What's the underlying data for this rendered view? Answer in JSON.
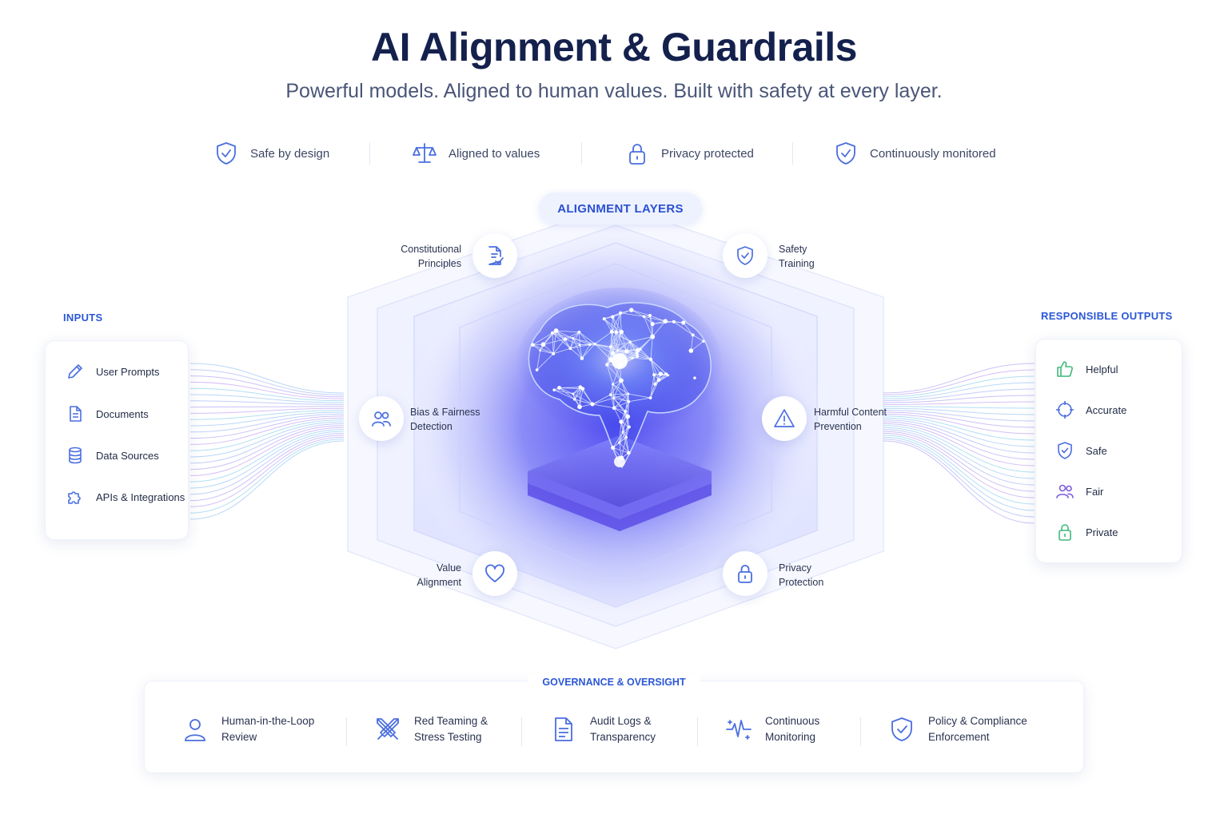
{
  "header": {
    "title": "AI Alignment & Guardrails",
    "subtitle": "Powerful models. Aligned to human values. Built with safety at every layer."
  },
  "features": [
    {
      "label": "Safe by design",
      "icon": "shield-check-icon"
    },
    {
      "label": "Aligned to values",
      "icon": "scale-icon"
    },
    {
      "label": "Privacy protected",
      "icon": "lock-icon"
    },
    {
      "label": "Continuously monitored",
      "icon": "shield-check-icon"
    }
  ],
  "inputs": {
    "label": "INPUTS",
    "items": [
      {
        "label": "User Prompts",
        "icon": "pencil-icon"
      },
      {
        "label": "Documents",
        "icon": "document-icon"
      },
      {
        "label": "Data Sources",
        "icon": "database-icon"
      },
      {
        "label": "APIs & Integrations",
        "icon": "puzzle-icon"
      }
    ]
  },
  "layers": {
    "label": "ALIGNMENT LAYERS",
    "nodes": [
      {
        "label1": "Constitutional",
        "label2": "Principles",
        "icon": "document-check-icon"
      },
      {
        "label1": "Safety",
        "label2": "Training",
        "icon": "shield-check-icon"
      },
      {
        "label1": "Bias & Fairness",
        "label2": "Detection",
        "icon": "users-icon"
      },
      {
        "label1": "Harmful Content",
        "label2": "Prevention",
        "icon": "warning-icon"
      },
      {
        "label1": "Value",
        "label2": "Alignment",
        "icon": "heart-icon"
      },
      {
        "label1": "Privacy",
        "label2": "Protection",
        "icon": "lock-icon"
      }
    ]
  },
  "outputs": {
    "label": "RESPONSIBLE OUTPUTS",
    "items": [
      {
        "label": "Helpful",
        "icon": "thumbs-up-icon"
      },
      {
        "label": "Accurate",
        "icon": "crosshair-icon"
      },
      {
        "label": "Safe",
        "icon": "shield-check-icon"
      },
      {
        "label": "Fair",
        "icon": "users-icon"
      },
      {
        "label": "Private",
        "icon": "lock-icon"
      }
    ]
  },
  "governance": {
    "label": "GOVERNANCE & OVERSIGHT",
    "items": [
      {
        "label1": "Human-in-the-Loop",
        "label2": "Review",
        "icon": "user-icon"
      },
      {
        "label1": "Red Teaming &",
        "label2": "Stress Testing",
        "icon": "swords-icon"
      },
      {
        "label1": "Audit Logs &",
        "label2": "Transparency",
        "icon": "document-icon"
      },
      {
        "label1": "Continuous",
        "label2": "Monitoring",
        "icon": "pulse-icon"
      },
      {
        "label1": "Policy & Compliance",
        "label2": "Enforcement",
        "icon": "shield-check-icon"
      }
    ]
  },
  "colors": {
    "accent": "#2b57d6",
    "title": "#14214d",
    "green": "#3fb97a",
    "purple": "#7b5be0",
    "core": "#5a5cf0"
  }
}
